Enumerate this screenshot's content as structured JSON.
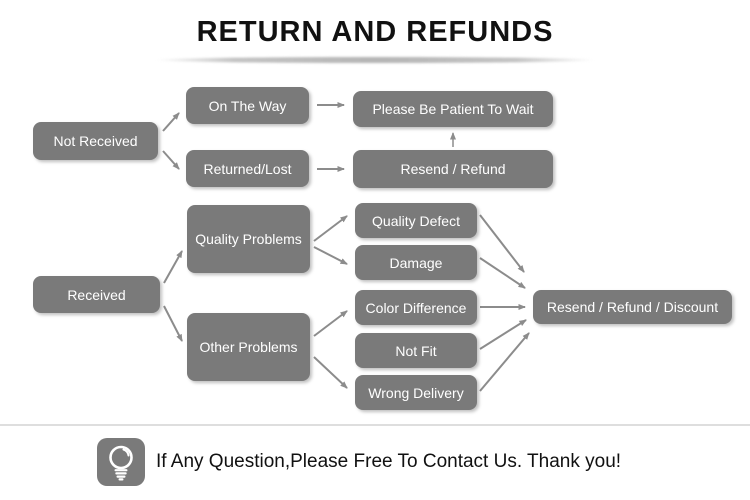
{
  "title": "RETURN AND REFUNDS",
  "nodes": {
    "not_received": "Not Received",
    "on_the_way": "On The Way",
    "returned_lost": "Returned/Lost",
    "please_wait": "Please Be Patient To Wait",
    "resend_refund": "Resend / Refund",
    "received": "Received",
    "quality_problems": "Quality Problems",
    "other_problems": "Other Problems",
    "quality_defect": "Quality Defect",
    "damage": "Damage",
    "color_difference": "Color Difference",
    "not_fit": "Not Fit",
    "wrong_delivery": "Wrong Delivery",
    "resend_refund_discount": "Resend / Refund / Discount"
  },
  "edges": [
    {
      "from": "not_received",
      "to": "on_the_way"
    },
    {
      "from": "not_received",
      "to": "returned_lost"
    },
    {
      "from": "on_the_way",
      "to": "please_wait"
    },
    {
      "from": "returned_lost",
      "to": "resend_refund"
    },
    {
      "from": "resend_refund",
      "to": "please_wait"
    },
    {
      "from": "received",
      "to": "quality_problems"
    },
    {
      "from": "received",
      "to": "other_problems"
    },
    {
      "from": "quality_problems",
      "to": "quality_defect"
    },
    {
      "from": "quality_problems",
      "to": "damage"
    },
    {
      "from": "other_problems",
      "to": "color_difference"
    },
    {
      "from": "other_problems",
      "to": "wrong_delivery"
    },
    {
      "from": "quality_defect",
      "to": "resend_refund_discount"
    },
    {
      "from": "damage",
      "to": "resend_refund_discount"
    },
    {
      "from": "color_difference",
      "to": "resend_refund_discount"
    },
    {
      "from": "not_fit",
      "to": "resend_refund_discount"
    },
    {
      "from": "wrong_delivery",
      "to": "resend_refund_discount"
    }
  ],
  "footer": {
    "icon": "lightbulb-icon",
    "message": "If Any Question,Please Free To Contact Us. Thank you!"
  },
  "colors": {
    "background": "#ffffff",
    "node_fill": "#7a7a7a",
    "node_text": "#ffffff",
    "arrow": "#8c8c8c",
    "title_text": "#111111",
    "divider": "#dedede"
  }
}
